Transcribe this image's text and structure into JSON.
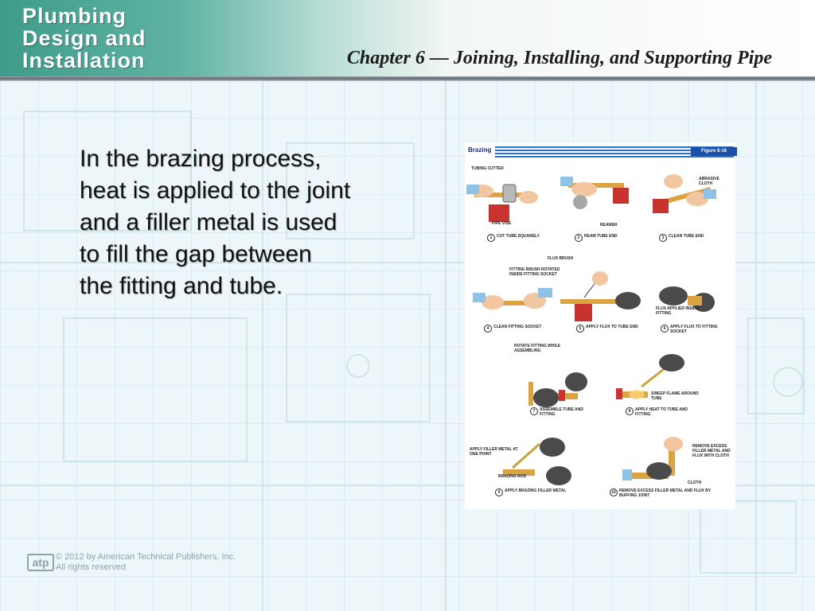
{
  "header": {
    "logo_lines": [
      "Plumbing",
      "Design and",
      "Installation"
    ],
    "chapter_title": "Chapter 6 — Joining, Installing, and Supporting Pipe",
    "gradient_color": "#3f9c8a"
  },
  "body": {
    "lines": [
      "In the brazing process,",
      "heat is applied to the joint",
      "and a filler metal is used",
      "to fill the gap between",
      "the fitting and tube."
    ]
  },
  "figure": {
    "title": "Brazing",
    "number": "Figure 6-16",
    "labels": {
      "tubing_cutter": "TUBING CUTTER",
      "pipe_vise": "PIPE VISE",
      "reamer": "REAMER",
      "abrasive_cloth": "ABRASIVE CLOTH",
      "flux_brush": "FLUX BRUSH",
      "fitting_brush": "FITTING BRUSH ROTATED INSIDE FITTING SOCKET",
      "flux_applied": "FLUX APPLIED INSIDE FITTING",
      "rotate_fitting": "ROTATE FITTING WHILE ASSEMBLING",
      "sweep_flame": "SWEEP FLAME AROUND TUBE",
      "apply_filler": "APPLY FILLER METAL AT ONE POINT",
      "brazing_rod": "BRAZING ROD",
      "remove_excess": "REMOVE EXCESS FILLER METAL AND FLUX WITH CLOTH",
      "cloth": "CLOTH"
    },
    "steps": [
      {
        "n": "1",
        "text": "CUT TUBE SQUARELY"
      },
      {
        "n": "2",
        "text": "REAM TUBE END"
      },
      {
        "n": "3",
        "text": "CLEAN TUBE END"
      },
      {
        "n": "4",
        "text": "CLEAN FITTING SOCKET"
      },
      {
        "n": "5",
        "text": "APPLY FLUX TO TUBE END"
      },
      {
        "n": "6",
        "text": "APPLY FLUX TO FITTING SOCKET"
      },
      {
        "n": "7",
        "text": "ASSEMBLE TUBE AND FITTING"
      },
      {
        "n": "8",
        "text": "APPLY HEAT TO TUBE AND FITTING"
      },
      {
        "n": "9",
        "text": "APPLY BRAZING FILLER METAL"
      },
      {
        "n": "10",
        "text": "REMOVE EXCESS FILLER METAL AND FLUX BY BUFFING JOINT"
      }
    ]
  },
  "footer": {
    "logo": "atp",
    "copyright_line1": "© 2012 by American Technical Publishers, Inc.",
    "copyright_line2": "All rights reserved"
  }
}
